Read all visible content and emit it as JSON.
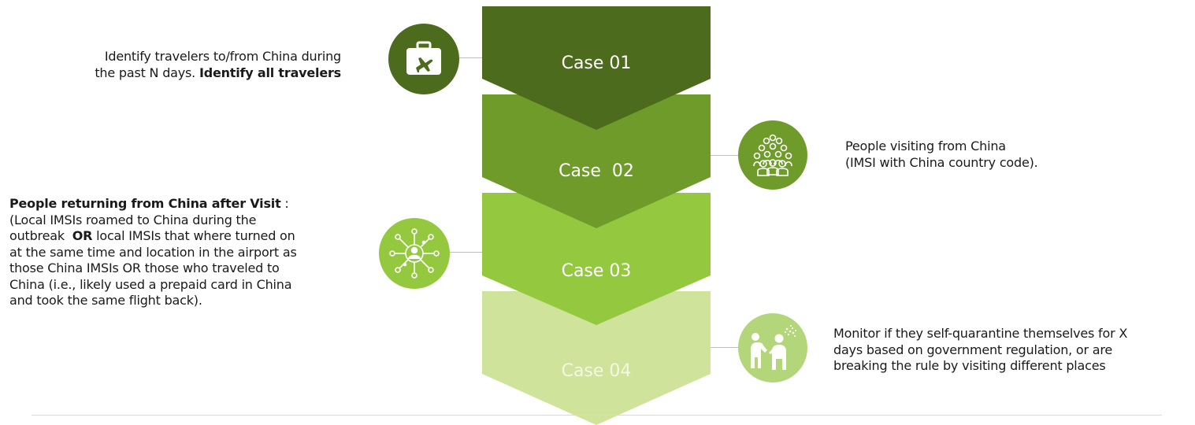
{
  "cases": [
    {
      "label": "Case 01",
      "color": "#4d6b1c",
      "text_color": "#ffffff"
    },
    {
      "label": "Case  02",
      "color": "#6e9b2a",
      "text_color": "#ffffff"
    },
    {
      "label": "Case 03",
      "color": "#94c83e",
      "text_color": "#ffffff"
    },
    {
      "label": "Case 04",
      "color": "#cfe39b",
      "text_color": "#f3f8e4"
    }
  ],
  "descriptions": {
    "case1": {
      "line1": "Identify travelers to/from China during",
      "line2_plain": "the past N days. ",
      "line2_bold": "Identify all travelers",
      "icon": "suitcase-airplane-icon"
    },
    "case2": {
      "line1": "People visiting from China",
      "line2": "(IMSI with China country code).",
      "icon": "crowd-people-icon"
    },
    "case3": {
      "heading": "People returning from China after Visit",
      "heading_suffix": " :",
      "line1": "(Local IMSIs roamed to China during the",
      "line2_pre": "outbreak  ",
      "line2_bold": "OR",
      "line2_post": " local IMSIs that where turned on",
      "line3": "at the same time and location in the airport as",
      "line4": "those China IMSIs OR those who traveled to",
      "line5": "China (i.e., likely used a prepaid card in China",
      "line6": "and took the same flight back).",
      "icon": "network-person-icon"
    },
    "case4": {
      "line1": "Monitor if they self-quarantine themselves for X",
      "line2": "days based on government regulation, or are",
      "line3": "breaking the rule by visiting different places",
      "icon": "sneezing-person-icon"
    }
  },
  "colors": {
    "icon_dark": "#4d6b1c",
    "icon_mid": "#6e9b2a",
    "icon_light": "#94c83e",
    "icon_pale": "#b4d67a"
  }
}
